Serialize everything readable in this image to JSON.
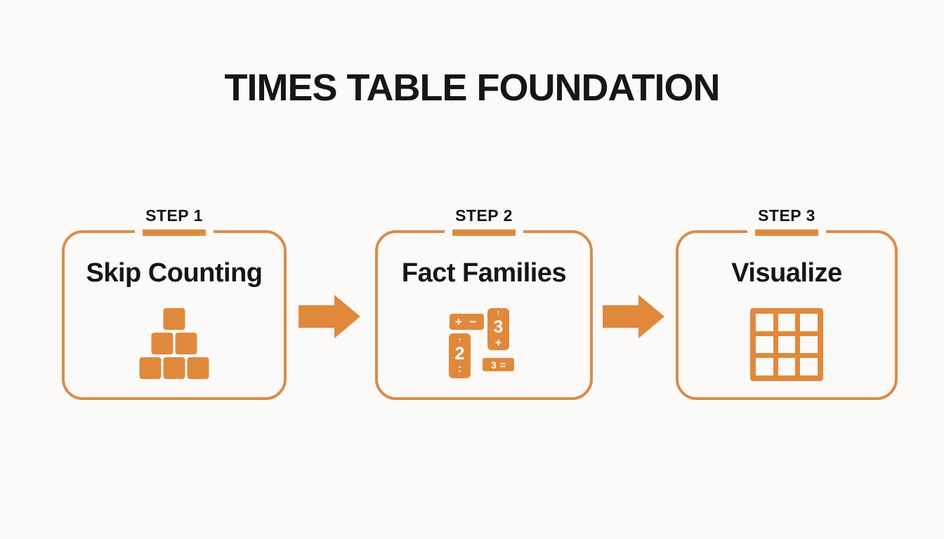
{
  "title": "TIMES TABLE FOUNDATION",
  "colors": {
    "accent": "#E0893C",
    "box_border": "#D98C4A",
    "text": "#161616",
    "background": "#FBFAF8",
    "card_text": "#FFFFFF"
  },
  "steps": [
    {
      "label": "STEP 1",
      "heading": "Skip Counting",
      "icon": "blocks-pyramid-icon"
    },
    {
      "label": "STEP 2",
      "heading": "Fact Families",
      "icon": "fact-family-cards-icon"
    },
    {
      "label": "STEP 3",
      "heading": "Visualize",
      "icon": "multiplication-grid-icon"
    }
  ],
  "fact_cards": {
    "operators_bar": "+ −",
    "card_three": {
      "top": "↑",
      "number": "3",
      "bottom": "+"
    },
    "card_two": {
      "top": "↑",
      "number": "2",
      "bottom": ":"
    },
    "equation_bar": {
      "number": "3",
      "equals": "="
    }
  }
}
